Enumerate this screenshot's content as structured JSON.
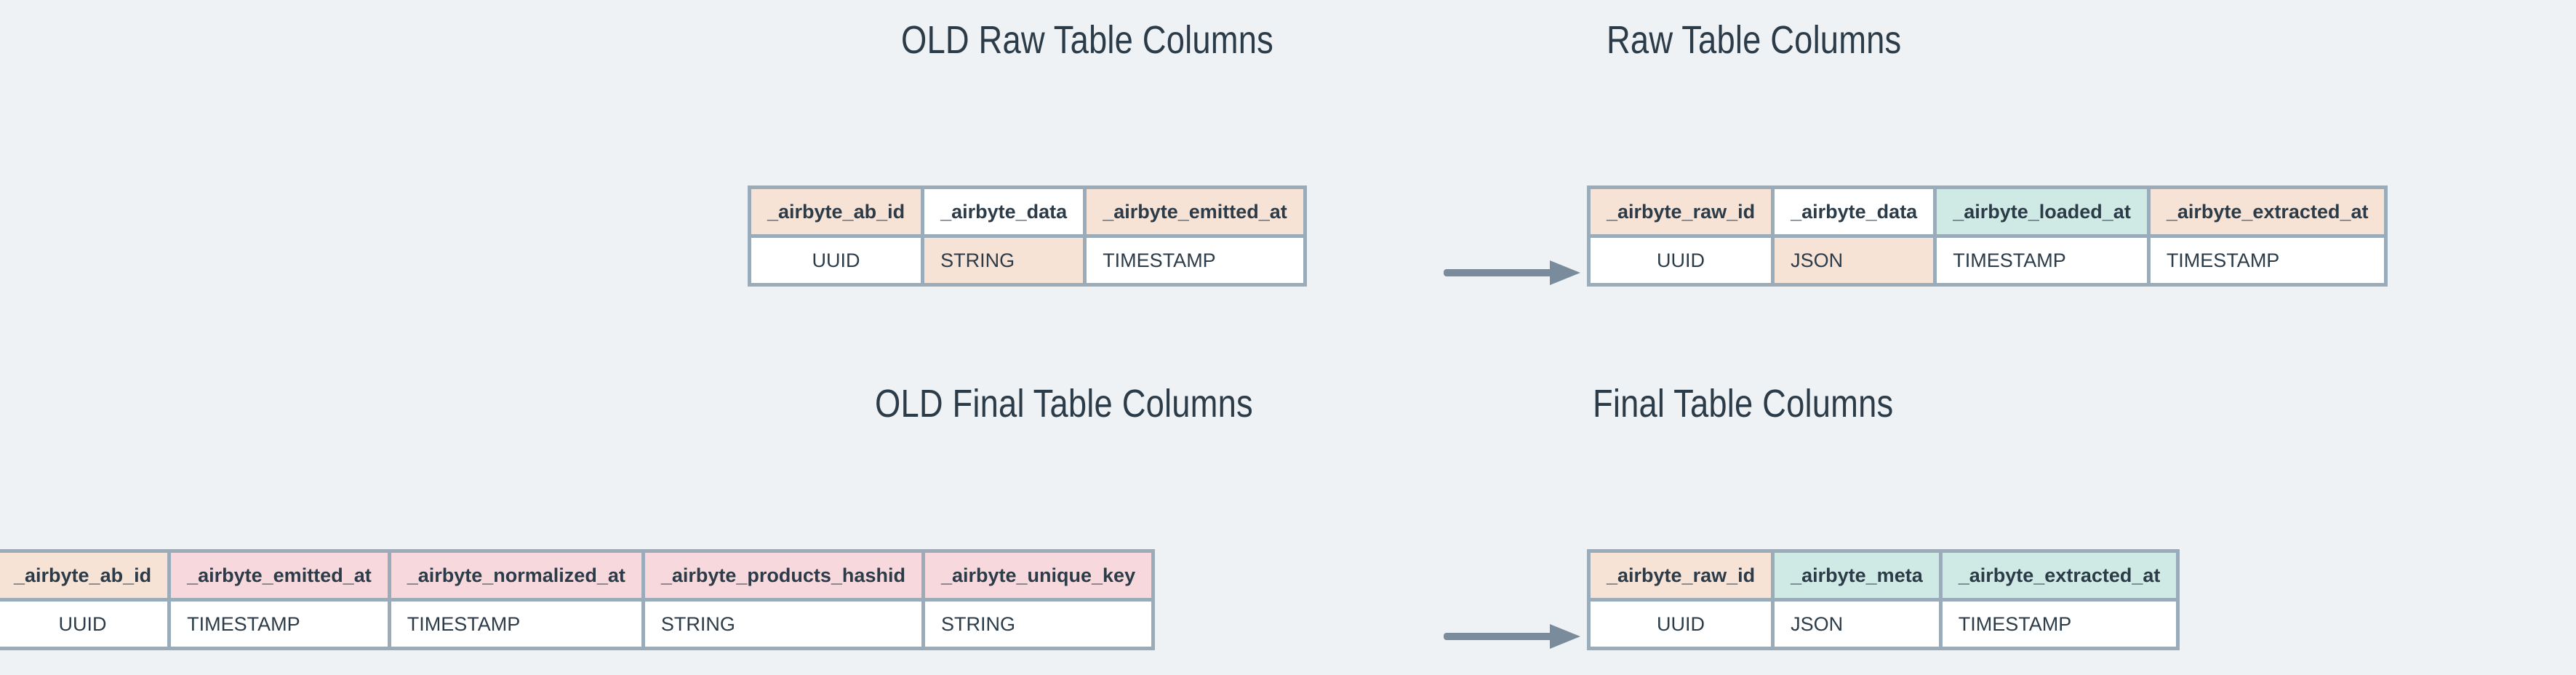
{
  "page": {
    "background_color": "#eef2f5",
    "text_color": "#2c3b48",
    "border_color": "#9aabba",
    "arrow_color": "#7a8b9c"
  },
  "palette": {
    "peach": "#f7e2d6",
    "mint": "#cfe9e5",
    "pink": "#f7d8dd",
    "white": "#ffffff"
  },
  "sections": {
    "top": {
      "old_title": "OLD Raw Table Columns",
      "new_title": "Raw Table Columns",
      "arrow_label": "transforms-to-arrow"
    },
    "bottom": {
      "old_title": "OLD Final Table Columns",
      "new_title": "Final Table Columns",
      "arrow_label": "transforms-to-arrow"
    }
  },
  "tables": {
    "old_raw": {
      "name": "OLD Raw Table Columns",
      "headers": [
        {
          "label": "_airbyte_ab_id",
          "fill": "peach"
        },
        {
          "label": "_airbyte_data",
          "fill": "white"
        },
        {
          "label": "_airbyte_emitted_at",
          "fill": "peach"
        }
      ],
      "types": [
        {
          "label": "UUID",
          "fill": "white"
        },
        {
          "label": "STRING",
          "fill": "peach"
        },
        {
          "label": "TIMESTAMP",
          "fill": "white"
        }
      ]
    },
    "raw": {
      "name": "Raw Table Columns",
      "headers": [
        {
          "label": "_airbyte_raw_id",
          "fill": "peach"
        },
        {
          "label": "_airbyte_data",
          "fill": "white"
        },
        {
          "label": "_airbyte_loaded_at",
          "fill": "mint"
        },
        {
          "label": "_airbyte_extracted_at",
          "fill": "peach"
        }
      ],
      "types": [
        {
          "label": "UUID",
          "fill": "white"
        },
        {
          "label": "JSON",
          "fill": "peach"
        },
        {
          "label": "TIMESTAMP",
          "fill": "white"
        },
        {
          "label": "TIMESTAMP",
          "fill": "white"
        }
      ]
    },
    "old_final": {
      "name": "OLD Final Table Columns",
      "headers": [
        {
          "label": "_airbyte_ab_id",
          "fill": "peach"
        },
        {
          "label": "_airbyte_emitted_at",
          "fill": "pink"
        },
        {
          "label": "_airbyte_normalized_at",
          "fill": "pink"
        },
        {
          "label": "_airbyte_products_hashid",
          "fill": "pink"
        },
        {
          "label": "_airbyte_unique_key",
          "fill": "pink"
        }
      ],
      "types": [
        {
          "label": "UUID",
          "fill": "white"
        },
        {
          "label": "TIMESTAMP",
          "fill": "white"
        },
        {
          "label": "TIMESTAMP",
          "fill": "white"
        },
        {
          "label": "STRING",
          "fill": "white"
        },
        {
          "label": "STRING",
          "fill": "white"
        }
      ]
    },
    "final": {
      "name": "Final Table Columns",
      "headers": [
        {
          "label": "_airbyte_raw_id",
          "fill": "peach"
        },
        {
          "label": "_airbyte_meta",
          "fill": "mint"
        },
        {
          "label": "_airbyte_extracted_at",
          "fill": "mint"
        }
      ],
      "types": [
        {
          "label": "UUID",
          "fill": "white"
        },
        {
          "label": "JSON",
          "fill": "white"
        },
        {
          "label": "TIMESTAMP",
          "fill": "white"
        }
      ]
    }
  }
}
